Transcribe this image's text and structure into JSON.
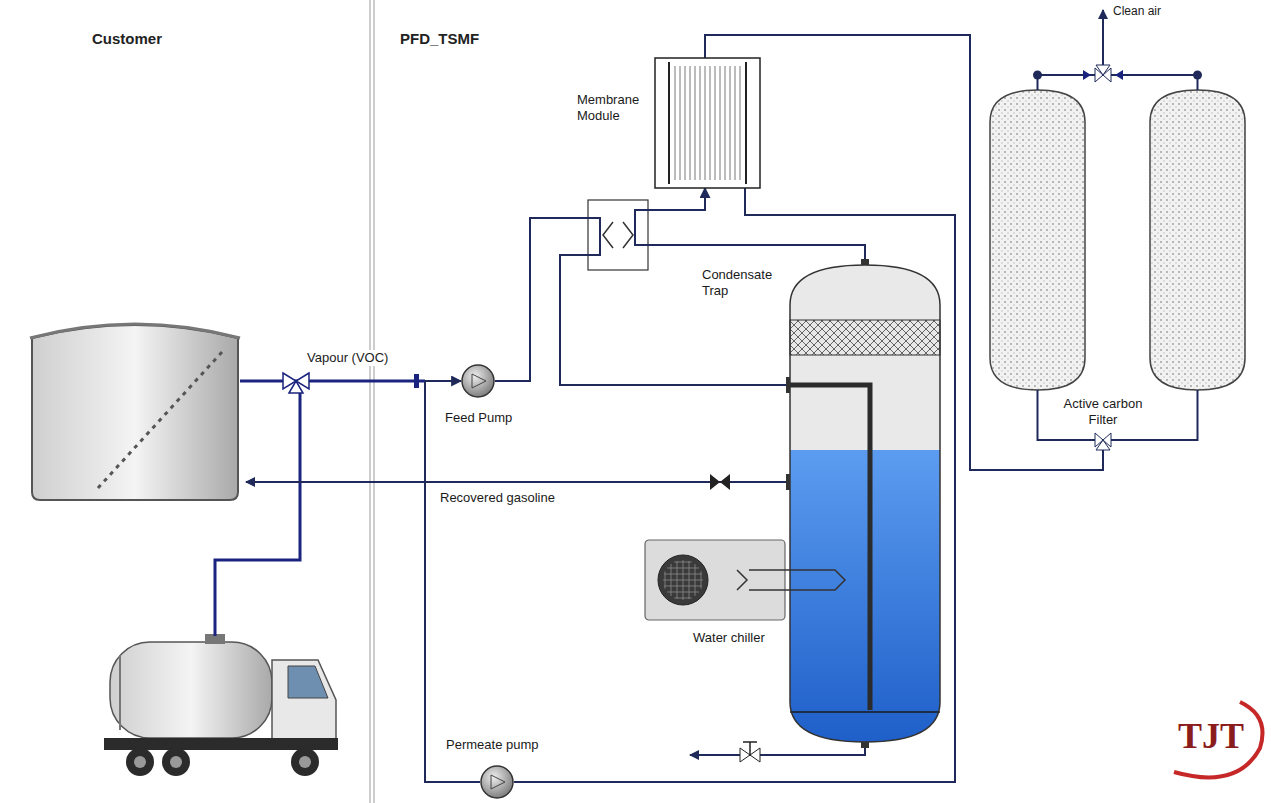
{
  "diagram": {
    "nodes": [
      {
        "text": [
          "Customer"
        ]
      },
      {
        "text": [
          "PFD_TSMF"
        ]
      },
      {
        "text": [
          "Membrane Module"
        ],
        "in": 1
      },
      {
        "text": [
          "Feed Pump"
        ],
        "in": 1
      },
      {
        "text": [
          "Condensate Trap"
        ],
        "in": 1
      },
      {
        "text": [
          "Water chiller"
        ],
        "in": 1
      },
      {
        "text": [
          "Permeate pump"
        ],
        "in": 1
      },
      {
        "text": [
          "Active carbon Filter"
        ],
        "in": 1
      }
    ],
    "edges": [
      {
        "from": 3,
        "to": 4,
        "arrow": "none"
      },
      {
        "from": 4,
        "to": 2,
        "arrow": "to"
      },
      {
        "from": 2,
        "to": 6,
        "arrow": "none"
      },
      {
        "from": 6,
        "to": 3,
        "arrow": "to"
      },
      {
        "from": 2,
        "to": 7,
        "arrow": "none"
      }
    ],
    "labels": [
      "Clean air",
      "Vapour (VOC)",
      "Recovered gasoline",
      "TJT"
    ]
  }
}
